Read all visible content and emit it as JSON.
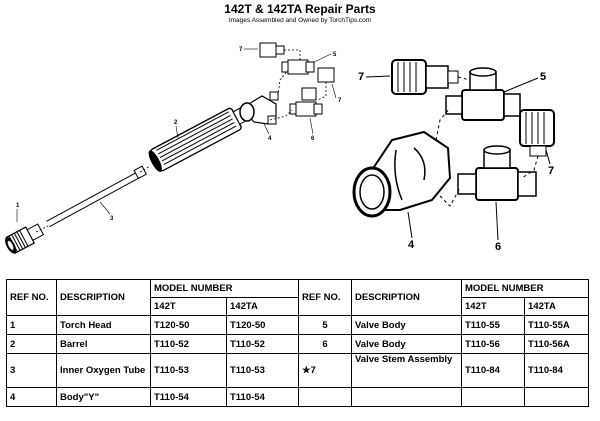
{
  "header": {
    "title": "142T & 142TA Repair Parts",
    "subtitle": "Images Assembled and Owned by TorchTips.com"
  },
  "callouts": {
    "small": [
      "1",
      "2",
      "3",
      "4",
      "5",
      "6",
      "7",
      "7"
    ],
    "large": [
      "7",
      "5",
      "4",
      "6",
      "7"
    ]
  },
  "table": {
    "headers": {
      "ref_no": "REF NO.",
      "description": "DESCRIPTION",
      "model_number": "MODEL NUMBER",
      "m1": "142T",
      "m2": "142TA"
    },
    "left_rows": [
      {
        "ref": "1",
        "desc": "Torch Head",
        "m1": "T120-50",
        "m2": "T120-50"
      },
      {
        "ref": "2",
        "desc": "Barrel",
        "m1": "T110-52",
        "m2": "T110-52"
      },
      {
        "ref": "3",
        "desc": "Inner Oxygen Tube",
        "m1": "T110-53",
        "m2": "T110-53"
      },
      {
        "ref": "4",
        "desc": "Body\"Y\"",
        "m1": "T110-54",
        "m2": "T110-54"
      }
    ],
    "right_rows": [
      {
        "ref": "5",
        "desc": "Valve Body",
        "m1": "T110-55",
        "m2": "T110-55A"
      },
      {
        "ref": "6",
        "desc": "Valve Body",
        "m1": "T110-56",
        "m2": "T110-56A"
      },
      {
        "ref": "★7",
        "desc": "Valve Stem Assembly",
        "m1": "T110-84",
        "m2": "T110-84"
      },
      {
        "ref": "",
        "desc": "",
        "m1": "",
        "m2": ""
      }
    ]
  }
}
